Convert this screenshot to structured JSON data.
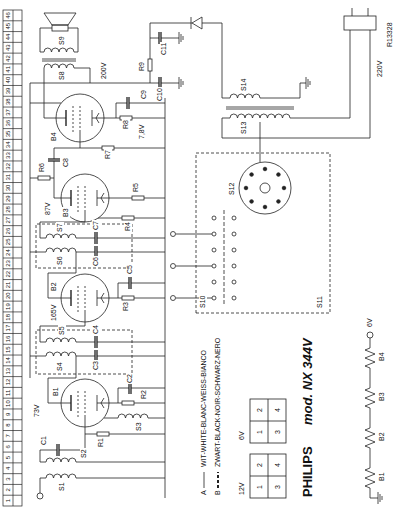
{
  "diagram": {
    "title": "mod. NX 344V",
    "labels": [
      "1",
      "2",
      "3",
      "4",
      "5",
      "6",
      "7",
      "8",
      "9",
      "10",
      "11",
      "12",
      "13",
      "14",
      "15",
      "16",
      "17",
      "18",
      "19",
      "20",
      "21",
      "22",
      "23",
      "24",
      "25",
      "26",
      "27",
      "28",
      "29",
      "30",
      "31",
      "32",
      "33",
      "34",
      "35",
      "36",
      "37",
      "38",
      "39",
      "40",
      "41",
      "42",
      "43",
      "44",
      "45",
      "46",
      "S1",
      "S2",
      "C1",
      "R1",
      "S3",
      "B1",
      "R2",
      "C2",
      "73V",
      "S4",
      "S5",
      "C3",
      "C4",
      "B2",
      "165V",
      "R3",
      "C5",
      "S6",
      "S7",
      "C6",
      "C7",
      "B3",
      "87V",
      "R4",
      "R5",
      "R6",
      "C8",
      "R7",
      "B4",
      "R8",
      "C9",
      "7,8V",
      "S8",
      "S9",
      "200V",
      "C10",
      "R9",
      "C11",
      "S13",
      "S14",
      "220V",
      "R13328",
      "S10",
      "S11",
      "S12",
      "A",
      "WIT-WHITE-BLANC-WEISS-BIANCO",
      "B",
      "ZWART-BLACK-NOIR-SCHWARZ-NERO",
      "12V",
      "1",
      "2",
      "3",
      "4",
      "6V",
      "1",
      "2",
      "3",
      "4",
      "PHILIPS",
      "B1",
      "B2",
      "B3",
      "B4",
      "6V"
    ]
  }
}
